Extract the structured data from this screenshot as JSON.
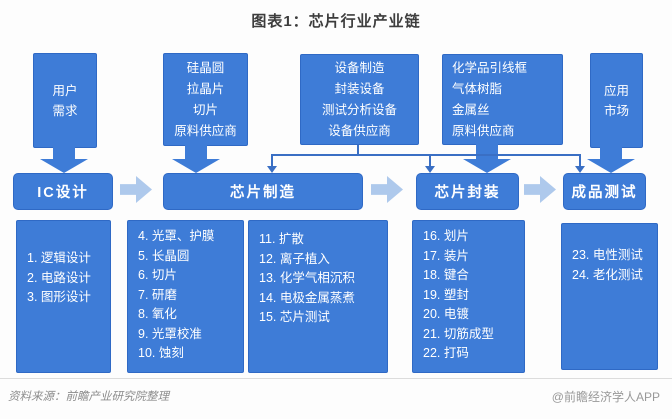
{
  "title": "图表1：芯片行业产业链",
  "suppliers": [
    {
      "lines": [
        "用户",
        "需求"
      ]
    },
    {
      "lines": [
        "硅晶圆",
        "拉晶片",
        "切片",
        "原料供应商"
      ]
    },
    {
      "lines": [
        "设备制造",
        "封装设备",
        "测试分析设备",
        "设备供应商"
      ]
    },
    {
      "lines": [
        "化学品引线框",
        "气体树脂",
        "金属丝",
        "原料供应商"
      ]
    },
    {
      "lines": [
        "应用",
        "市场"
      ]
    }
  ],
  "stages": [
    {
      "label": "IC设计"
    },
    {
      "label": "芯片制造"
    },
    {
      "label": "芯片封装"
    },
    {
      "label": "成品测试"
    }
  ],
  "processes": [
    {
      "items": [
        "1. 逻辑设计",
        "2. 电路设计",
        "3. 图形设计"
      ]
    },
    {
      "items": [
        "4. 光罩、护膜",
        "5. 长晶圆",
        "6. 切片",
        "7. 研磨",
        "8. 氧化",
        "9. 光罩校准",
        "10. 蚀刻"
      ]
    },
    {
      "items": [
        "11. 扩散",
        "12. 离子植入",
        "13. 化学气相沉积",
        "14. 电极金属蒸煮",
        "15. 芯片测试"
      ]
    },
    {
      "items": [
        "16. 划片",
        "17. 装片",
        "18. 键合",
        "19. 塑封",
        "20. 电镀",
        "21. 切筋成型",
        "22. 打码"
      ]
    },
    {
      "items": [
        "23. 电性测试",
        "24. 老化测试"
      ]
    }
  ],
  "footer": {
    "source": "资料来源：前瞻产业研究院整理",
    "brand": "@前瞻经济学人APP"
  },
  "colors": {
    "box_fill": "#3e7cd7",
    "box_border": "#2f69c5",
    "light_arrow": "#aec9ec",
    "connector": "#3a6fc4",
    "title_text": "#3d3d3d",
    "footer_text": "#8c8c8c"
  }
}
